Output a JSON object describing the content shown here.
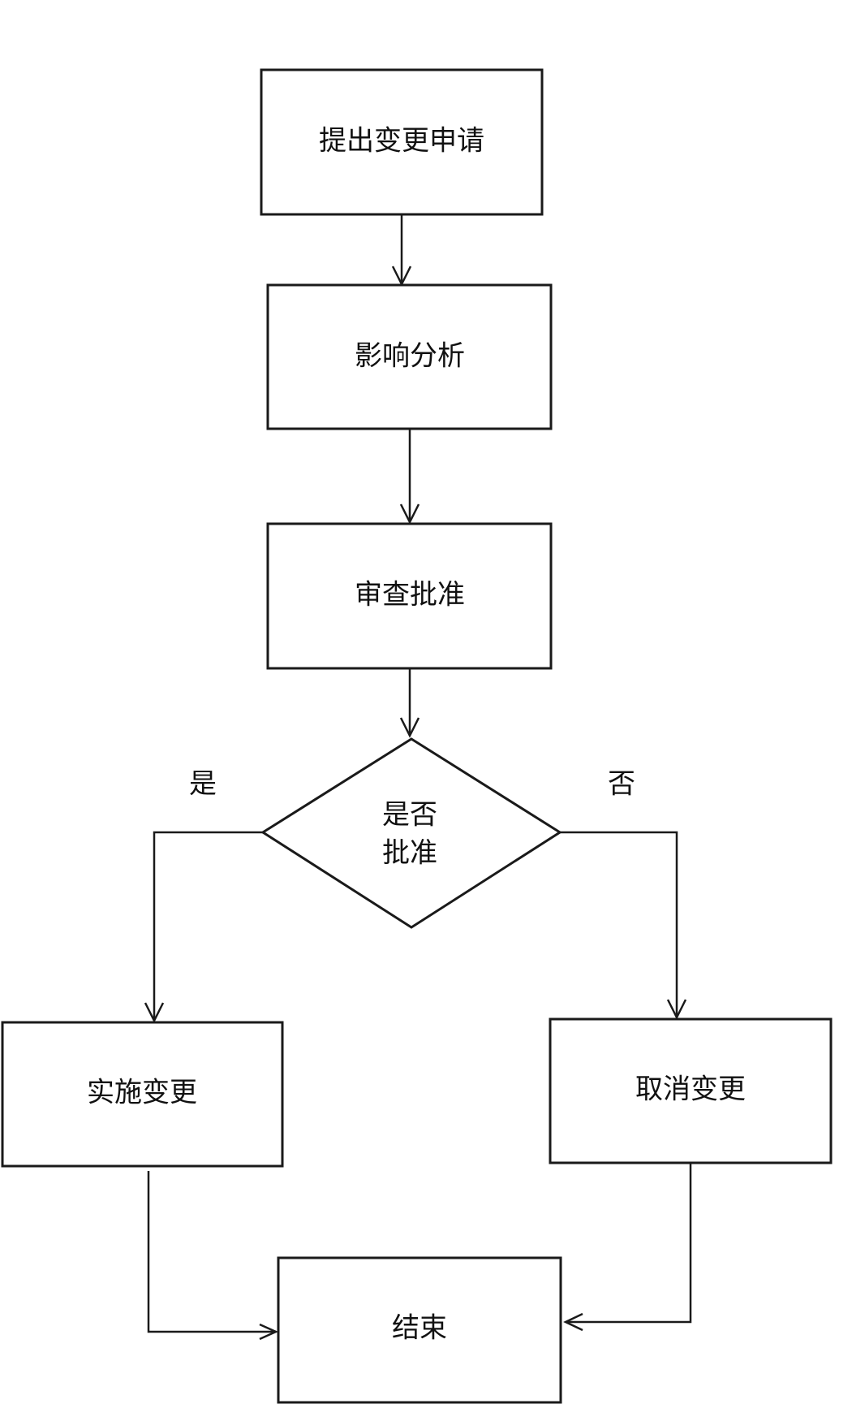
{
  "nodes": {
    "submit": {
      "label": "提出变更申请"
    },
    "impact": {
      "label": "影响分析"
    },
    "review": {
      "label": "审查批准"
    },
    "decision": {
      "label_line1": "是否",
      "label_line2": "批准"
    },
    "implement": {
      "label": "实施变更"
    },
    "cancel": {
      "label": "取消变更"
    },
    "end": {
      "label": "结束"
    }
  },
  "edges": {
    "yes_label": "是",
    "no_label": "否"
  }
}
